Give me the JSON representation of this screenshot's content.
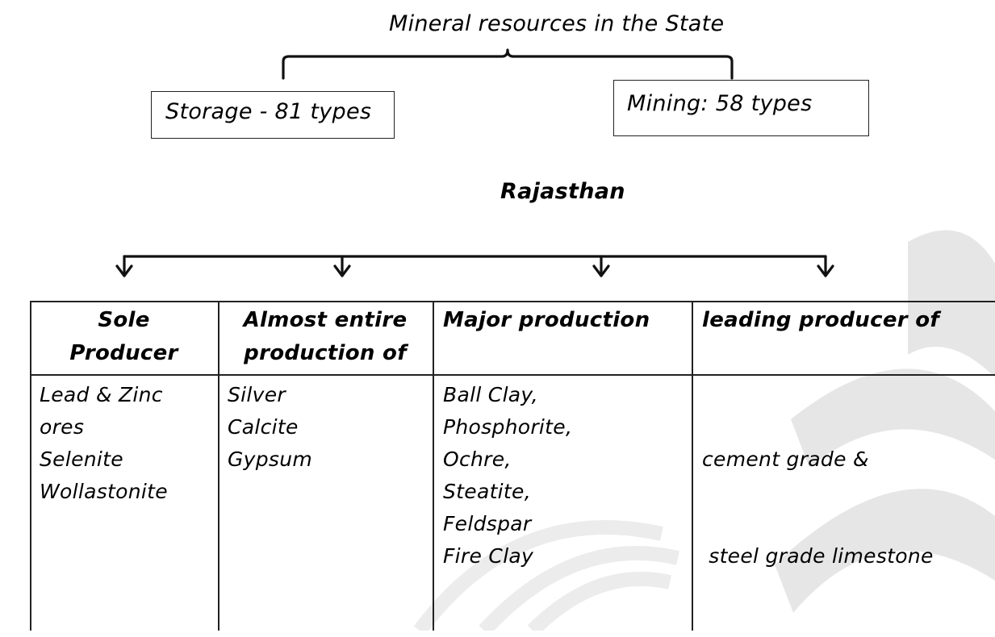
{
  "title": "Mineral resources in the State",
  "storage_label": "Storage - 81 types",
  "mining_label": "Mining: 58 types",
  "state_label": "Rajasthan",
  "table": {
    "headers": [
      [
        "Sole",
        "Producer"
      ],
      [
        "Almost entire",
        "production of"
      ],
      [
        "Major production"
      ],
      [
        "leading producer of"
      ]
    ],
    "columns": [
      [
        "Lead & Zinc",
        "ores",
        "Selenite",
        "Wollastonite"
      ],
      [
        "Silver",
        "Calcite",
        "Gypsum"
      ],
      [
        "Ball Clay,",
        "Phosphorite,",
        "Ochre,",
        "Steatite,",
        "Feldspar",
        "Fire Clay"
      ],
      [
        "cement grade &",
        " steel grade limestone"
      ]
    ]
  }
}
